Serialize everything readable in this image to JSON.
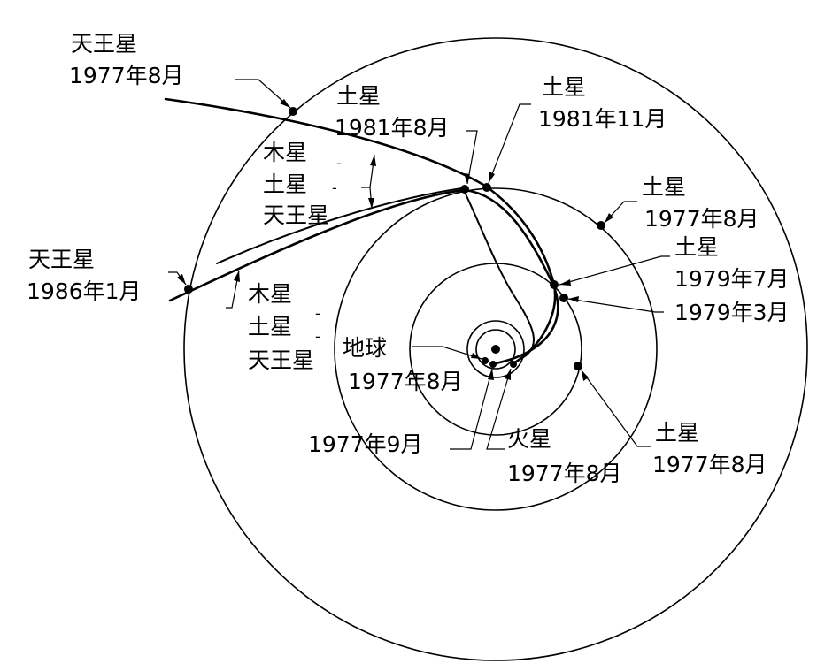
{
  "labels": {
    "uranus_1977_8": {
      "name": "天王星",
      "date": "1977年8月"
    },
    "saturn_1981_8": {
      "name": "土星",
      "date": "1981年8月"
    },
    "saturn_1981_11": {
      "name": "土星",
      "date": "1981年11月"
    },
    "group_upper": {
      "line1": "木星",
      "line2": "土星",
      "line3": "天王星",
      "dash": "-"
    },
    "saturn_1977_8_outer": {
      "name": "土星",
      "date": "1977年8月"
    },
    "uranus_1986_1": {
      "name": "天王星",
      "date": "1986年1月"
    },
    "saturn_1979_7": {
      "name": "土星",
      "date": "1979年7月"
    },
    "date_1979_3": {
      "date": "1979年3月"
    },
    "group_lower": {
      "line1": "木星",
      "line2": "土星",
      "line3": "天王星",
      "dash": "-"
    },
    "earth": {
      "name": "地球",
      "date": "1977年8月"
    },
    "date_1977_9": {
      "date": "1977年9月"
    },
    "mars": {
      "name": "火星",
      "date": "1977年8月"
    },
    "saturn_1977_8_lower": {
      "name": "土星",
      "date": "1977年8月"
    }
  }
}
